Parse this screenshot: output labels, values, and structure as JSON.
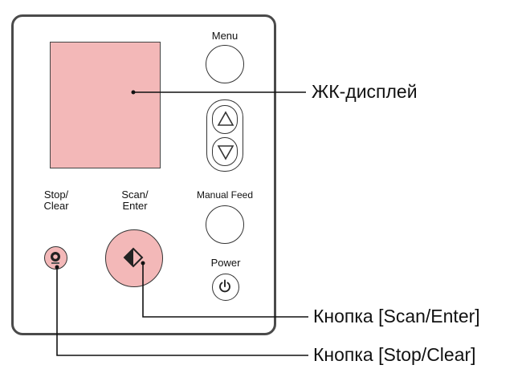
{
  "panel": {
    "menu_label": "Menu",
    "manual_feed_label": "Manual Feed",
    "power_label": "Power",
    "stop_label_line1": "Stop/",
    "stop_label_line2": "Clear",
    "scan_label_line1": "Scan/",
    "scan_label_line2": "Enter"
  },
  "callouts": {
    "lcd": "ЖК-дисплей",
    "scan_button": "Кнопка [Scan/Enter]",
    "stop_button": "Кнопка [Stop/Clear]"
  },
  "colors": {
    "highlight": "#f3b8b8",
    "outline": "#333333"
  },
  "icons": [
    "up-arrow-icon",
    "down-arrow-icon",
    "power-icon",
    "start-diamond-icon",
    "stop-icon"
  ]
}
